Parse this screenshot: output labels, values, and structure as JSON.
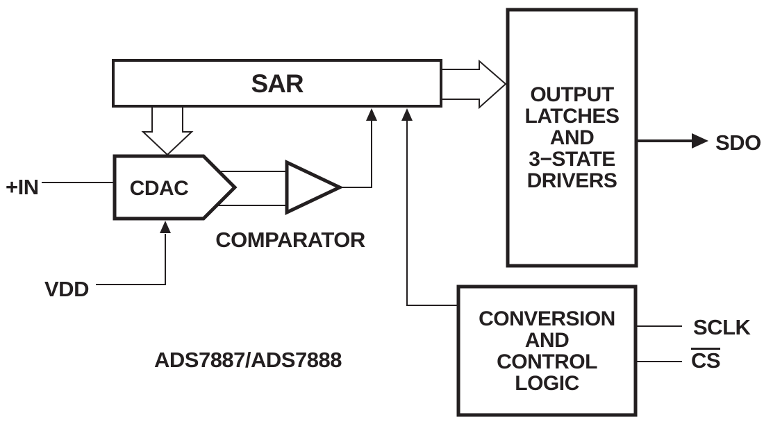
{
  "diagram": {
    "part_label": "ADS7887/ADS7888",
    "blocks": {
      "sar": {
        "label": "SAR"
      },
      "cdac": {
        "label": "CDAC"
      },
      "comparator": {
        "label": "COMPARATOR"
      },
      "output_latches": {
        "lines": [
          "OUTPUT",
          "LATCHES",
          "AND",
          "3−STATE",
          "DRIVERS"
        ]
      },
      "conversion_logic": {
        "lines": [
          "CONVERSION",
          "AND",
          "CONTROL",
          "LOGIC"
        ]
      }
    },
    "pins": {
      "analog_in": "+IN",
      "vdd": "VDD",
      "sdo": "SDO",
      "sclk": "SCLK",
      "cs": "CS"
    },
    "colors": {
      "ink": "#231f20",
      "background": "#ffffff"
    }
  }
}
